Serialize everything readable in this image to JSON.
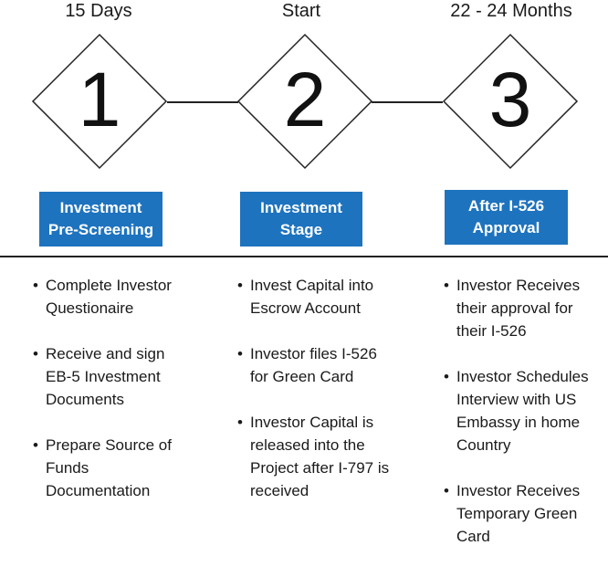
{
  "steps": [
    {
      "timing": "15 Days",
      "number": "1",
      "stage": [
        "Investment",
        "Pre-Screening"
      ],
      "bullets": [
        [
          "Complete Investor",
          "Questionaire"
        ],
        [
          "Receive and sign",
          "EB-5 Investment",
          "Documents"
        ],
        [
          "Prepare Source of",
          "Funds",
          "Documentation"
        ]
      ]
    },
    {
      "timing": "Start",
      "number": "2",
      "stage": [
        "Investment",
        "Stage"
      ],
      "bullets": [
        [
          "Invest Capital into",
          "Escrow Account"
        ],
        [
          "Investor files I-526",
          "for Green Card"
        ],
        [
          "Investor Capital is",
          "released into the",
          "Project after I-797 is",
          "received"
        ]
      ]
    },
    {
      "timing": "22 - 24 Months",
      "number": "3",
      "stage": [
        "After I-526",
        "Approval"
      ],
      "bullets": [
        [
          "Investor Receives",
          "their approval for",
          "their I-526"
        ],
        [
          "Investor Schedules",
          "Interview with US",
          "Embassy in home",
          "Country"
        ],
        [
          "Investor Receives",
          "Temporary Green",
          "Card"
        ]
      ]
    }
  ],
  "bullet_glyph": "•",
  "colors": {
    "stage_box": "#1e73be",
    "stage_text": "#ffffff",
    "line": "#222222"
  }
}
